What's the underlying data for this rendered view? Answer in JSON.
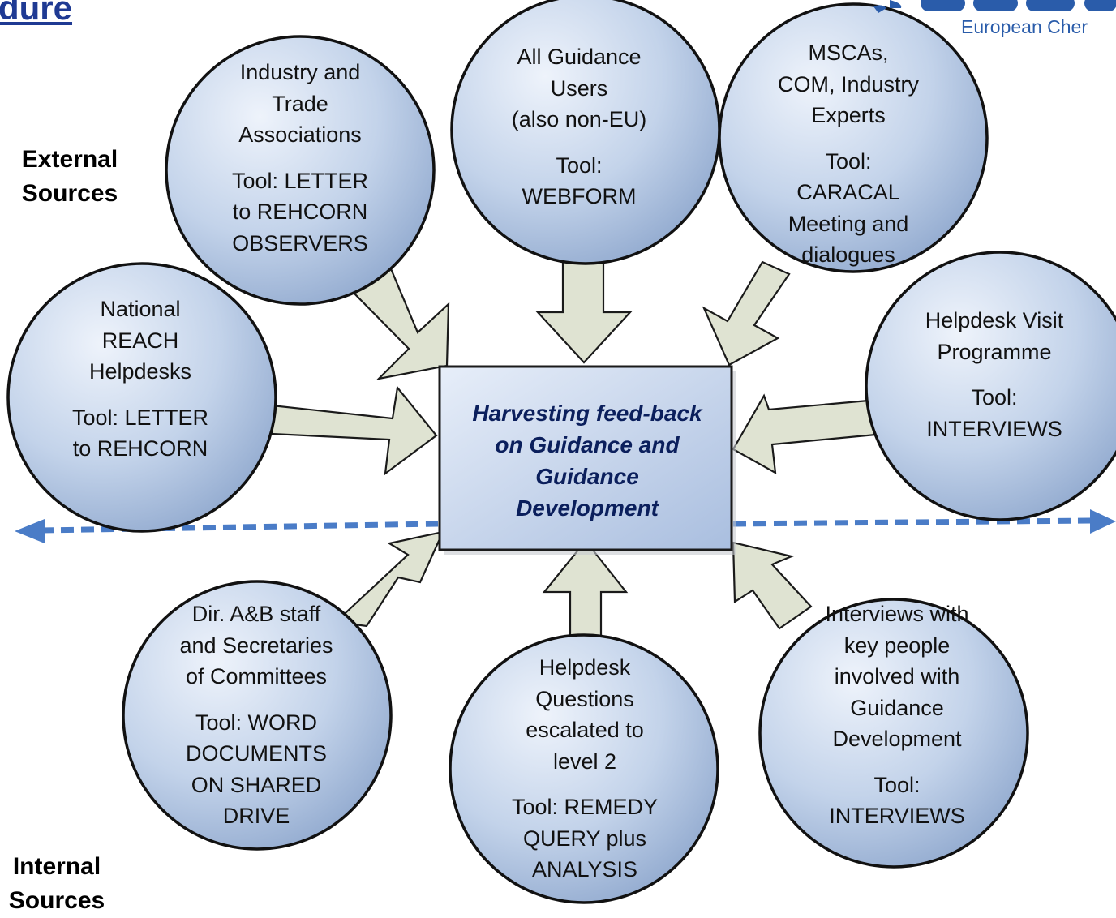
{
  "header": {
    "title_fragment": "dure",
    "logo_text": "European Cher"
  },
  "labels": {
    "external": [
      "External",
      "Sources"
    ],
    "internal": [
      "Internal",
      "Sources"
    ]
  },
  "center": {
    "lines": [
      "Harvesting feed-back",
      "on Guidance and",
      "Guidance",
      "Development"
    ]
  },
  "nodes": {
    "industry": {
      "group": [
        "Industry and",
        "Trade",
        "Associations"
      ],
      "tool": [
        "Tool: LETTER",
        "to REHCORN",
        "OBSERVERS"
      ]
    },
    "guidance_users": {
      "group": [
        "All Guidance",
        "Users",
        "(also non-EU)"
      ],
      "tool": [
        "Tool:",
        "WEBFORM"
      ]
    },
    "mscas": {
      "group": [
        "MSCAs,",
        "COM, Industry",
        "Experts"
      ],
      "tool": [
        "Tool:",
        "CARACAL",
        "Meeting and",
        "dialogues"
      ]
    },
    "national_helpdesks": {
      "group": [
        "National",
        "REACH",
        "Helpdesks"
      ],
      "tool": [
        "Tool: LETTER",
        "to REHCORN"
      ]
    },
    "helpdesk_visit": {
      "group": [
        "Helpdesk Visit",
        "Programme"
      ],
      "tool": [
        "Tool:",
        "INTERVIEWS"
      ]
    },
    "dir_staff": {
      "group": [
        "Dir. A&B staff",
        "and Secretaries",
        "of Committees"
      ],
      "tool": [
        "Tool: WORD",
        "DOCUMENTS",
        "ON SHARED",
        "DRIVE"
      ]
    },
    "helpdesk_questions": {
      "group": [
        "Helpdesk",
        "Questions",
        "escalated to",
        "level 2"
      ],
      "tool": [
        "Tool: REMEDY",
        "QUERY plus",
        "ANALYSIS"
      ]
    },
    "key_people": {
      "group": [
        "Interviews with",
        "key people",
        "involved with",
        "Guidance",
        "Development"
      ],
      "tool": [
        "Tool:",
        "INTERVIEWS"
      ]
    }
  },
  "colors": {
    "circle_fill_light": "#dce6f4",
    "circle_fill_dark": "#93abd0",
    "arrow_fill": "#dfe3d2",
    "divider": "#4a7cc7",
    "title": "#1f3a93"
  }
}
